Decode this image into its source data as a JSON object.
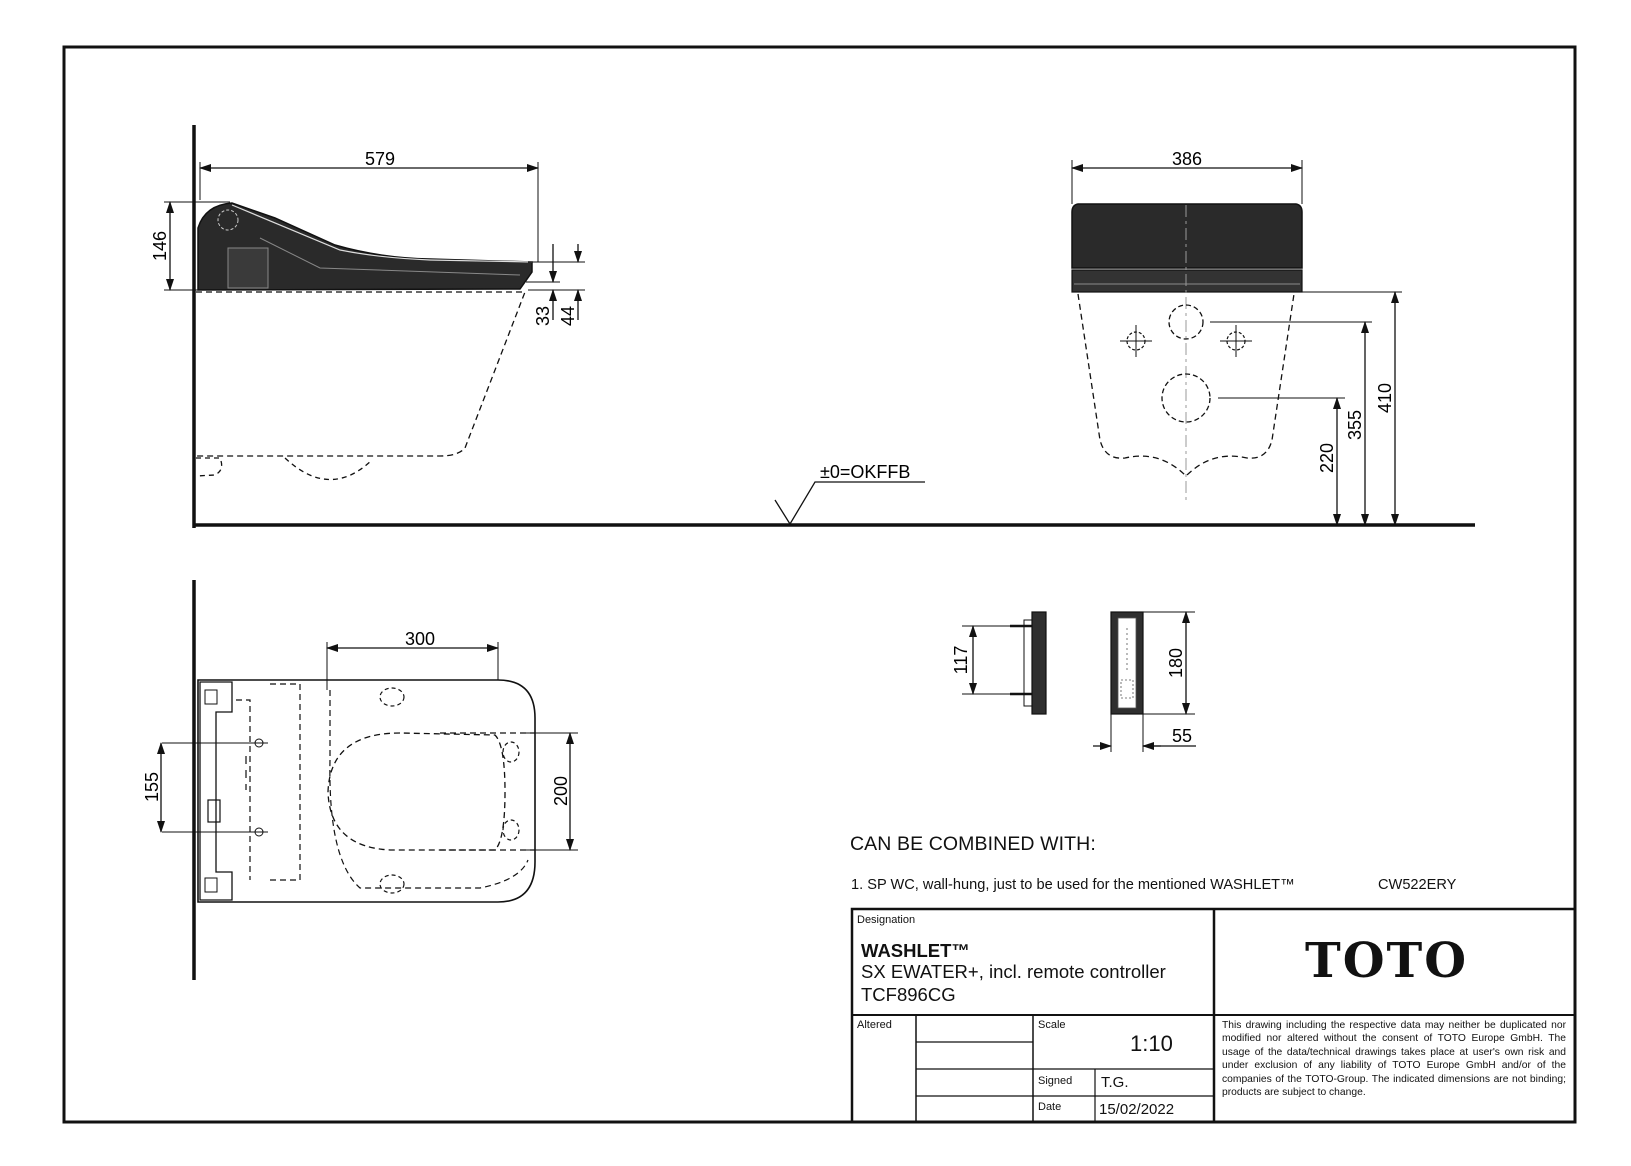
{
  "dimensions": {
    "side_length": "579",
    "side_height": "146",
    "seat_gap_1": "33",
    "seat_gap_2": "44",
    "front_width": "386",
    "height_220": "220",
    "height_355": "355",
    "height_410": "410",
    "top_depth": "300",
    "top_width_155": "155",
    "top_width_200": "200",
    "remote_117": "117",
    "remote_180": "180",
    "remote_55": "55"
  },
  "floor_label": "±0=OKFFB",
  "combined": {
    "title": "CAN BE COMBINED WITH:",
    "item_text": "1.   SP WC, wall-hung, just to be used for the mentioned WASHLET™",
    "item_code": "CW522ERY"
  },
  "title_block": {
    "designation_label": "Designation",
    "designation_brand": "WASHLET™",
    "designation_line2": "SX EWATER+, incl. remote controller",
    "designation_line3": "TCF896CG",
    "altered_label": "Altered",
    "scale_label": "Scale",
    "scale_value": "1:10",
    "signed_label": "Signed",
    "signed_value": "T.G.",
    "date_label": "Date",
    "date_value": "15/02/2022",
    "logo": "TOTO",
    "disclaimer": "This drawing including the respective data may neither be duplicated nor modified nor altered without the consent of TOTO Europe GmbH. The usage of the data/technical drawings takes place at user's own risk and under exclusion of any liability of TOTO Europe GmbH and/or of the companies of the TOTO-Group. The indicated dimensions are not binding; products are subject to change."
  }
}
